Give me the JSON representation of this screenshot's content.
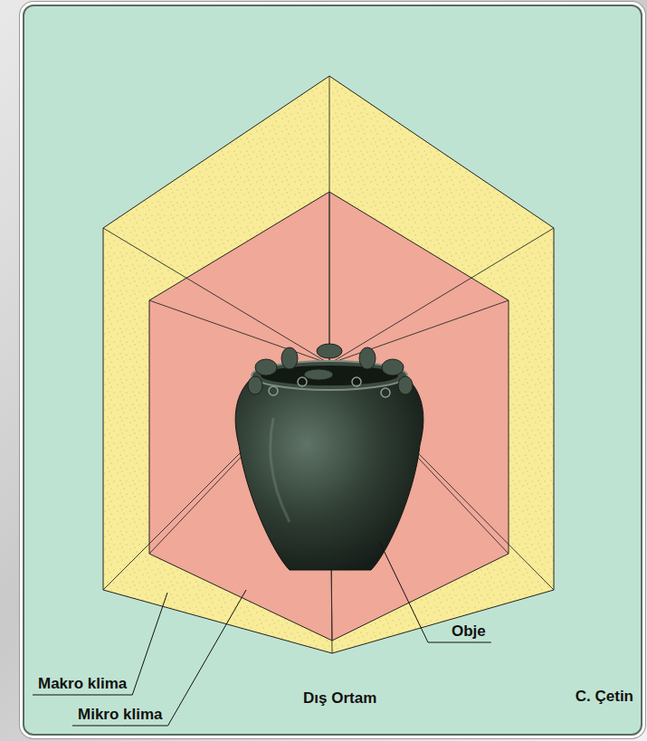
{
  "diagram": {
    "nodes": [
      {
        "text": [
          "Dış Ortam"
        ]
      },
      {
        "text": [
          "Makro klima"
        ],
        "in": 0
      },
      {
        "text": [
          "Mikro klima"
        ],
        "in": 1
      },
      {
        "text": [
          "Obje"
        ],
        "in": 2
      }
    ],
    "labels": [
      "C. Çetin"
    ]
  }
}
